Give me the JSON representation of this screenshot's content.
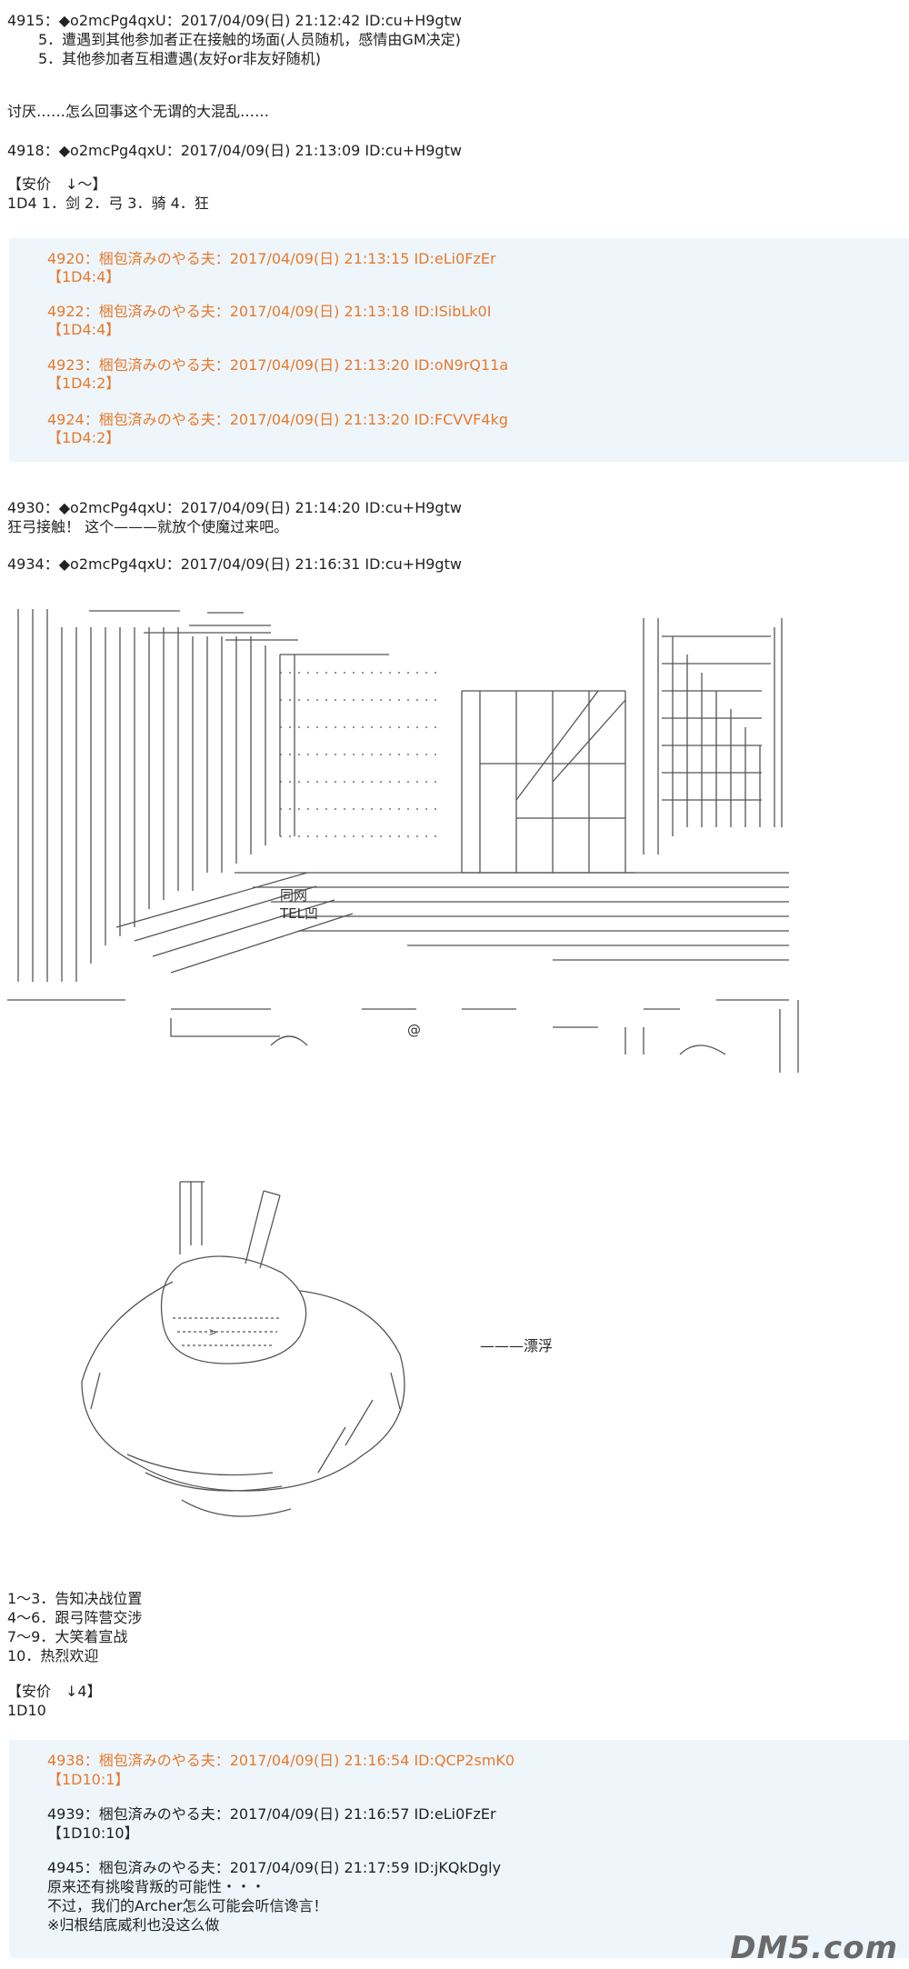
{
  "post_4915": {
    "header": "4915：◆o2mcPg4qxU：2017/04/09(日) 21:12:42 ID:cu+H9gtw",
    "line1": "5．遭遇到其他参加者正在接触的场面(人员随机，感情由GM决定)",
    "line2": "5．其他参加者互相遭遇(友好or非友好随机)",
    "line3": "讨厌……怎么回事这个无谓的大混乱……"
  },
  "post_4918": {
    "header": "4918：◆o2mcPg4qxU：2017/04/09(日) 21:13:09 ID:cu+H9gtw",
    "line1": "【安价　↓～】",
    "line2": "1D4 1．剑 2．弓 3．骑 4．狂"
  },
  "block1": [
    {
      "header": "4920：梱包済みのやる夫：2017/04/09(日) 21:13:15 ID:eLi0FzEr",
      "body": "【1D4:4】"
    },
    {
      "header": "4922：梱包済みのやる夫：2017/04/09(日) 21:13:18 ID:ISibLk0I",
      "body": "【1D4:4】"
    },
    {
      "header": "4923：梱包済みのやる夫：2017/04/09(日) 21:13:20 ID:oN9rQ11a",
      "body": "【1D4:2】"
    },
    {
      "header": "4924：梱包済みのやる夫：2017/04/09(日) 21:13:20 ID:FCVVF4kg",
      "body": "【1D4:2】"
    }
  ],
  "post_4930": {
    "header": "4930：◆o2mcPg4qxU：2017/04/09(日) 21:14:20 ID:cu+H9gtw",
    "line1": "狂弓接触！ 这个———就放个使魔过来吧。"
  },
  "post_4934": {
    "header": "4934：◆o2mcPg4qxU：2017/04/09(日) 21:16:31 ID:cu+H9gtw",
    "art_label1": "同网",
    "art_label2": "TEL凹",
    "float_label": "———漂浮"
  },
  "choices": {
    "c1": "1～3．告知决战位置",
    "c2": "4～6．跟弓阵营交涉",
    "c3": "7～9．大笑着宣战",
    "c4": "10．热烈欢迎",
    "anchor": "【安价　↓4】",
    "dice": "1D10"
  },
  "block2": {
    "p1_header": "4938：梱包済みのやる夫：2017/04/09(日) 21:16:54 ID:QCP2smK0",
    "p1_body": "【1D10:1】",
    "p2_header": "4939：梱包済みのやる夫：2017/04/09(日) 21:16:57 ID:eLi0FzEr",
    "p2_body": "【1D10:10】",
    "p3_header": "4945：梱包済みのやる夫：2017/04/09(日) 21:17:59 ID:jKQkDgly",
    "p3_l1": "原来还有挑唆背叛的可能性・・・",
    "p3_l2": "不过，我们的Archer怎么可能会听信谗言！",
    "p3_l3": "※归根结底威利也没这么做"
  },
  "watermark": "DM5.com"
}
